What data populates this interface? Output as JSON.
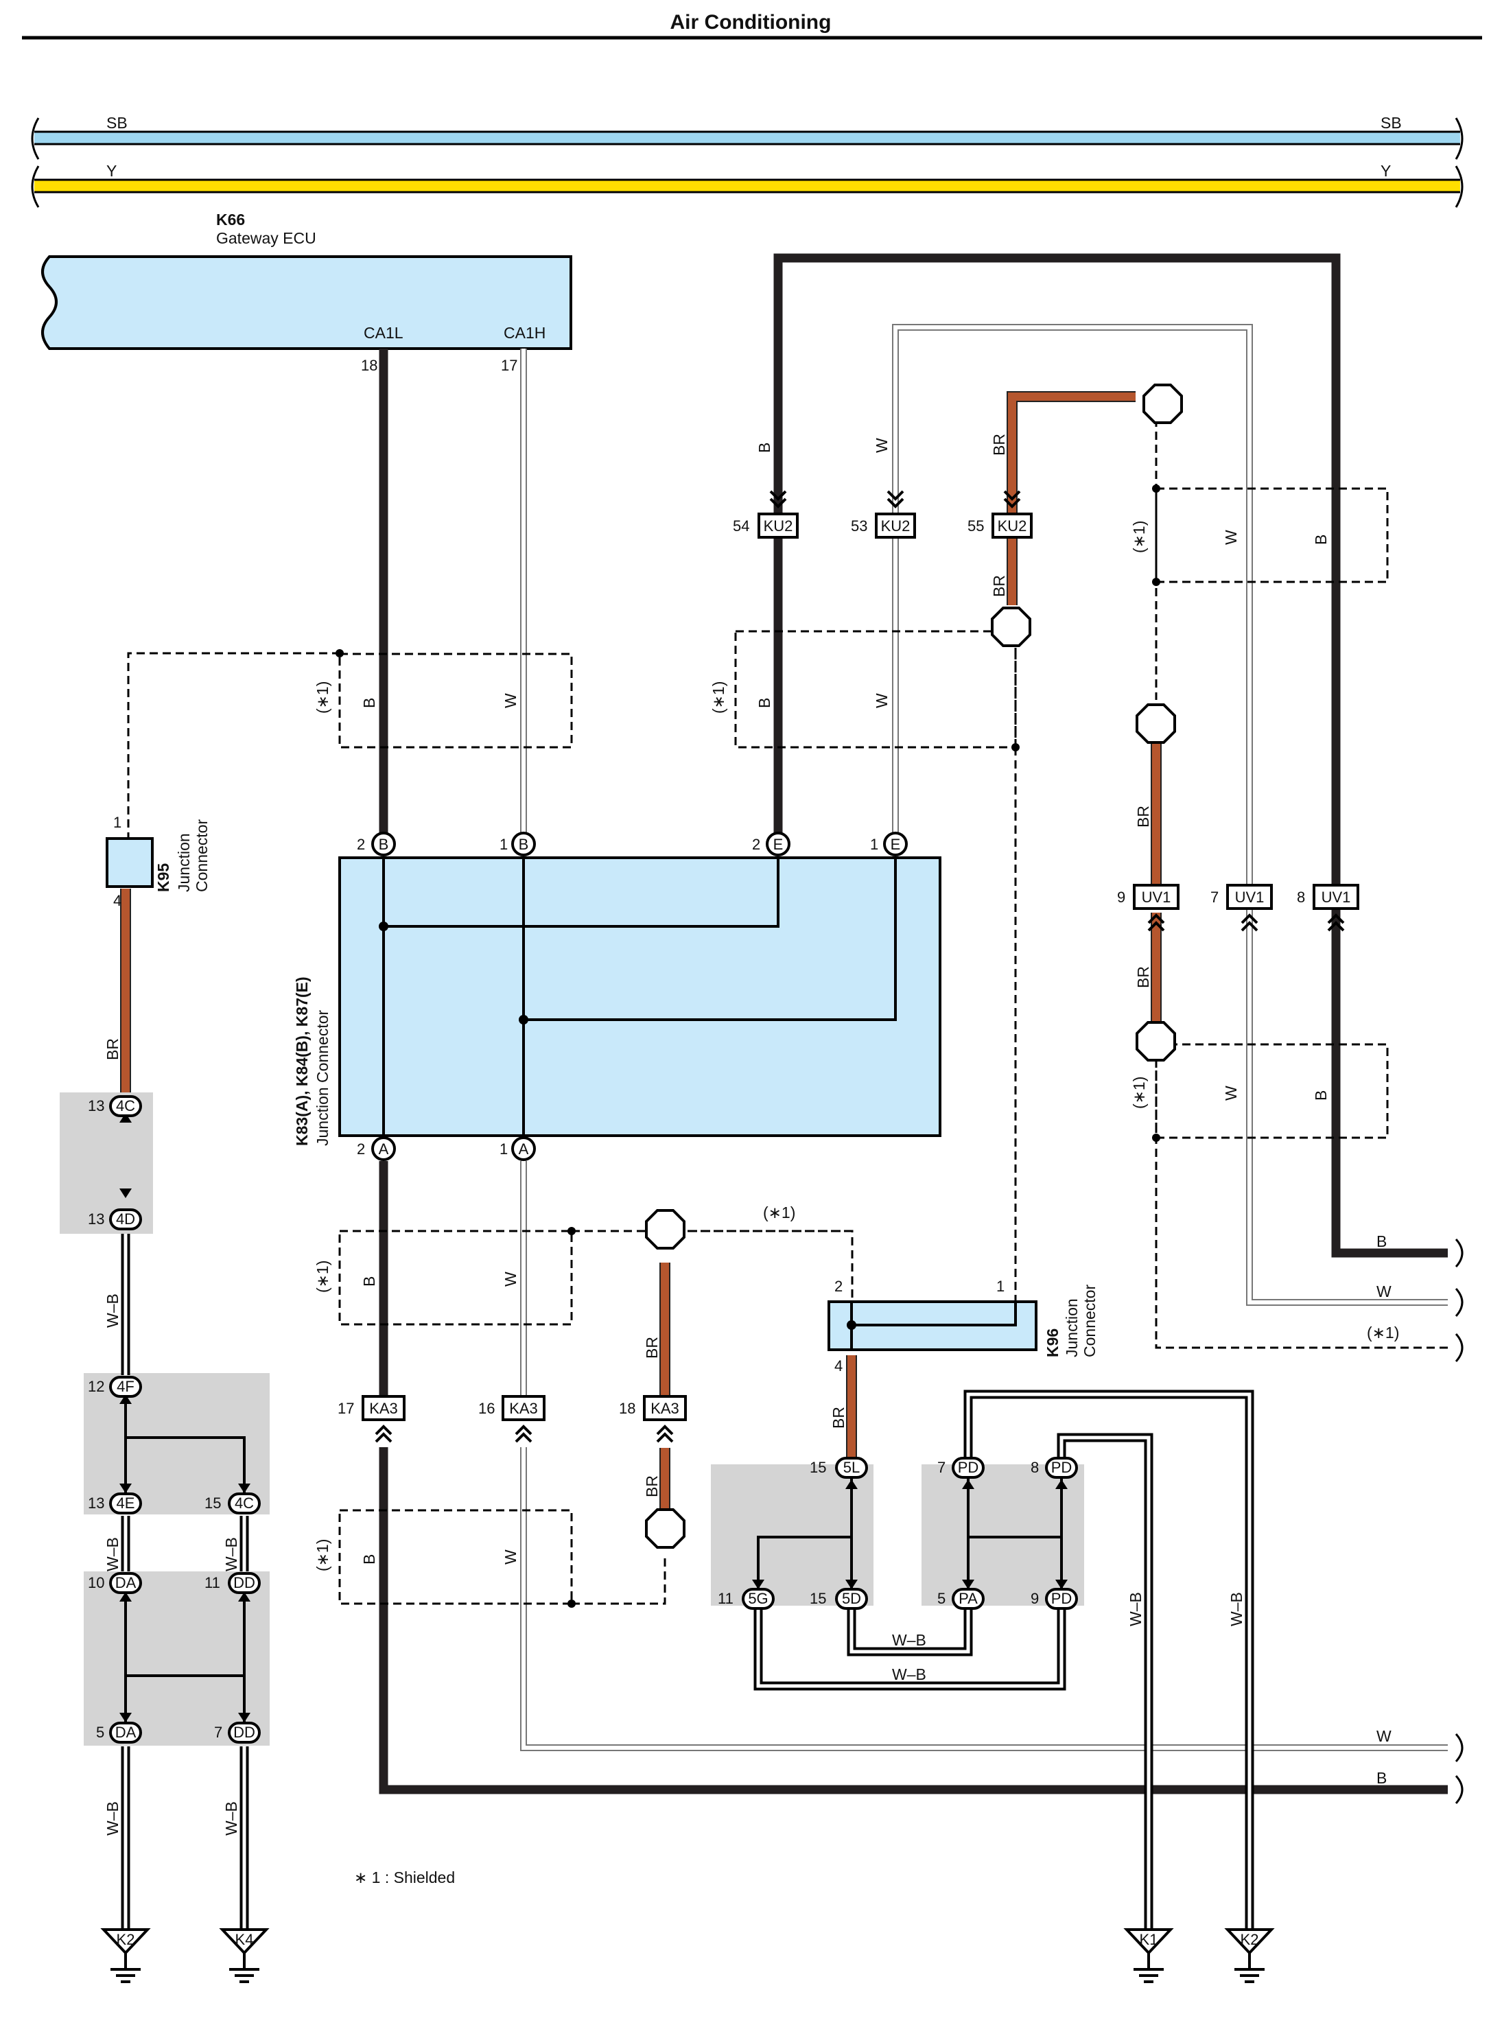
{
  "page": {
    "title": "Air Conditioning"
  },
  "buses": [
    {
      "code": "SB",
      "color": "#9ed6f0"
    },
    {
      "code": "Y",
      "color": "#ffde00"
    }
  ],
  "colors": {
    "B": "#231f20",
    "W": "#ffffff",
    "BR": "#b5562e",
    "component_fill": "#c9e9fa",
    "shade": "#d4d4d4"
  },
  "k66": {
    "code": "K66",
    "name": "Gateway ECU",
    "pin_a_name": "CA1L",
    "pin_a": "18",
    "pin_b_name": "CA1H",
    "pin_b": "17"
  },
  "k95": {
    "code": "K95",
    "name_l1": "Junction",
    "name_l2": "Connector",
    "pin_top": "1",
    "pin_bottom": "4"
  },
  "k83": {
    "code": "K83(A), K84(B), K87(E)",
    "name": "Junction Connector",
    "pins": {
      "b2": "2",
      "b1": "1",
      "e2": "2",
      "e1": "1",
      "a2": "2",
      "a1": "1"
    },
    "letters": {
      "B": "B",
      "E": "E",
      "A": "A"
    }
  },
  "k96": {
    "code": "K96",
    "name_l1": "Junction",
    "name_l2": "Connector",
    "pin_2": "2",
    "pin_1": "1",
    "pin_4": "4"
  },
  "ku2": {
    "code": "KU2",
    "pins": [
      "54",
      "53",
      "55"
    ]
  },
  "uv1": {
    "code": "UV1",
    "pins": [
      "9",
      "7",
      "8"
    ]
  },
  "ka3": {
    "code": "KA3",
    "pins": [
      "17",
      "16",
      "18"
    ]
  },
  "wire_codes": {
    "B": "B",
    "W": "W",
    "BR": "BR",
    "WB": "W–B"
  },
  "shield_tag": "(∗1)",
  "footnote": "∗ 1 : Shielded",
  "left_column": {
    "c4c_top": {
      "pin": "13",
      "code": "4C"
    },
    "c4d": {
      "pin": "13",
      "code": "4D"
    },
    "c4f": {
      "pin": "12",
      "code": "4F"
    },
    "c4e": {
      "pin": "13",
      "code": "4E"
    },
    "c4c_mid": {
      "pin": "15",
      "code": "4C"
    },
    "da_top": {
      "pin": "10",
      "code": "DA"
    },
    "dd_top": {
      "pin": "11",
      "code": "DD"
    },
    "da_bot": {
      "pin": "5",
      "code": "DA"
    },
    "dd_bot": {
      "pin": "7",
      "code": "DD"
    }
  },
  "middle_joints": {
    "j5l": {
      "pin": "15",
      "code": "5L"
    },
    "j5g": {
      "pin": "11",
      "code": "5G"
    },
    "j5d": {
      "pin": "15",
      "code": "5D"
    },
    "pd7": {
      "pin": "7",
      "code": "PD"
    },
    "pd8": {
      "pin": "8",
      "code": "PD"
    },
    "pa5": {
      "pin": "5",
      "code": "PA"
    },
    "pd9": {
      "pin": "9",
      "code": "PD"
    }
  },
  "grounds": [
    "K2",
    "K4",
    "K1",
    "K2"
  ]
}
